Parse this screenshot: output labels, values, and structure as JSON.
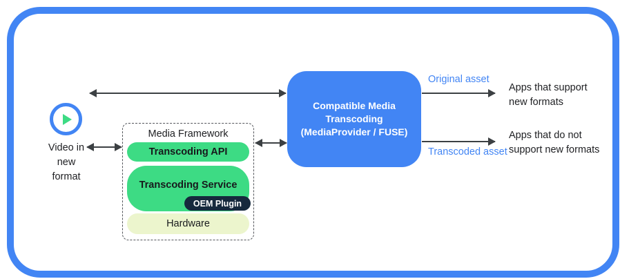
{
  "colors": {
    "blue": "#4285f4",
    "green": "#3ddb84",
    "dark_navy": "#16293d",
    "light_green": "#ecf5cd",
    "arrow": "#3c4043",
    "text": "#202124"
  },
  "source": {
    "label": "Video in\nnew\nformat"
  },
  "media_framework": {
    "title": "Media Framework",
    "api_label": "Transcoding API",
    "service_label": "Transcoding Service",
    "oem_label": "OEM Plugin",
    "hardware_label": "Hardware"
  },
  "transcoder": {
    "label": "Compatible Media\nTranscoding\n(MediaProvider / FUSE)"
  },
  "flows": {
    "original_label": "Original asset",
    "transcoded_label": "Transcoded asset",
    "apps_support": "Apps that support\nnew formats",
    "apps_no_support": "Apps that do not\nsupport new formats"
  }
}
